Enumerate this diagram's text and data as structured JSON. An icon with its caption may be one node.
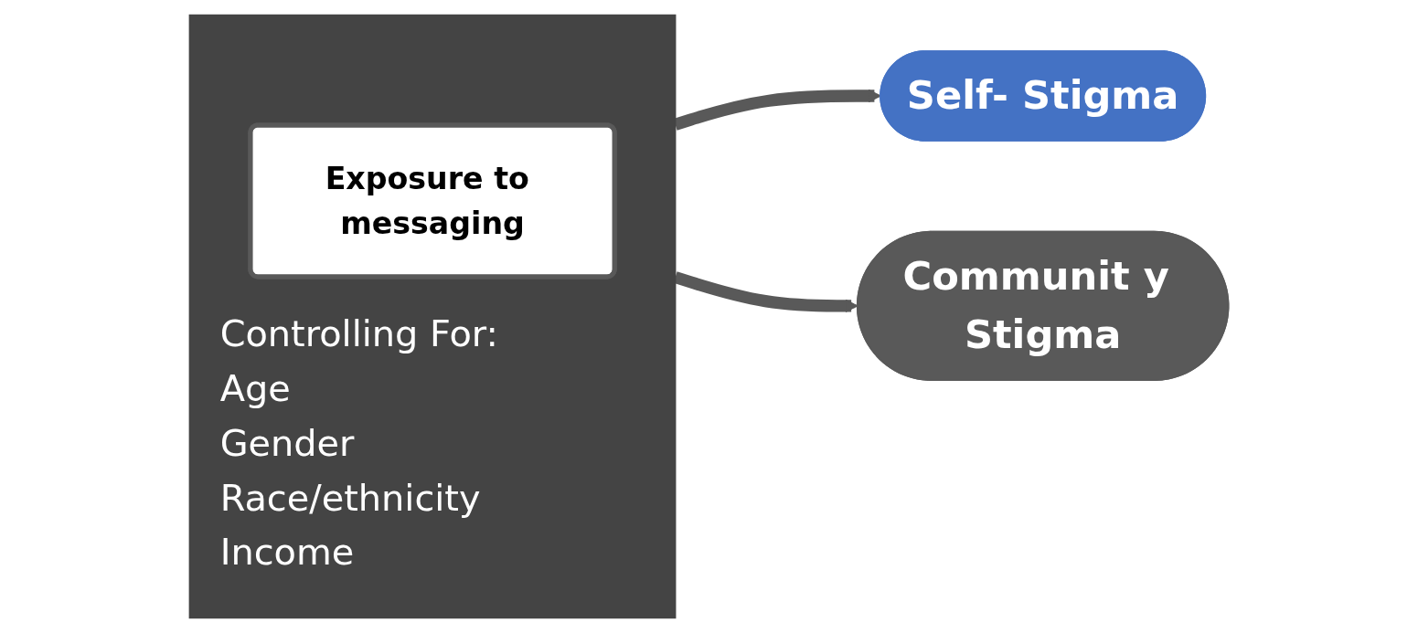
{
  "diagram": {
    "nodes": [
      {
        "text": [
          "Controlling For:",
          "Age",
          "Gender",
          "Race/ethnicity",
          "Income"
        ]
      },
      {
        "text": [
          "Exposure to messaging"
        ],
        "in": 0
      },
      {
        "text": [
          "Self- Stigma"
        ]
      },
      {
        "text": [
          "Communit y Stigma"
        ]
      }
    ],
    "edges": [
      {
        "from": 0,
        "to": 2,
        "arrow": "to"
      },
      {
        "from": 0,
        "to": 3,
        "arrow": "to"
      }
    ]
  }
}
